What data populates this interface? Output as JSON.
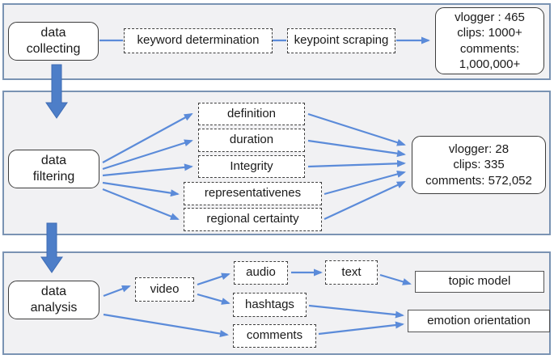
{
  "figure": {
    "type": "flowchart",
    "stage1": {
      "node": "data\ncollecting",
      "steps": [
        "keyword determination",
        "keypoint scraping"
      ],
      "result": "vlogger : 465\nclips: 1000+\ncomments:\n1,000,000+"
    },
    "stage2": {
      "node": "data\nfiltering",
      "criteria": [
        "definition",
        "duration",
        "Integrity",
        "representativenes",
        "regional certainty"
      ],
      "result": "vlogger: 28\nclips: 335\ncomments: 572,052"
    },
    "stage3": {
      "node": "data\nanalysis",
      "video": "video",
      "audio": "audio",
      "text": "text",
      "hashtags": "hashtags",
      "comments": "comments",
      "topic_model": "topic model",
      "emotion_orientation": "emotion orientation"
    }
  },
  "colors": {
    "arrow_color": "#5b8bd9",
    "block_arrow_fill": "#4d7ec8",
    "block_arrow_edge": "#3e6cb5",
    "panel_border": "#7a93b3",
    "panel_bg": "#f1f1f3",
    "node_border": "#3c3c3c"
  }
}
